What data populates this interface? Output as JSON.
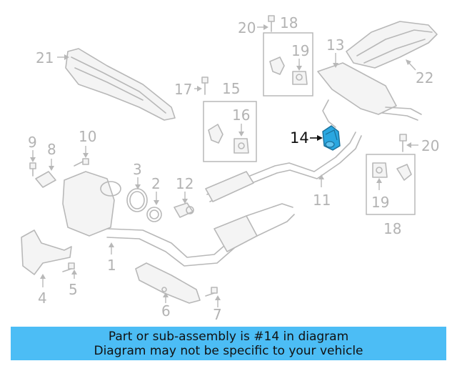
{
  "callouts": {
    "c1": "1",
    "c2": "2",
    "c3": "3",
    "c4": "4",
    "c5": "5",
    "c6": "6",
    "c7": "7",
    "c8": "8",
    "c9": "9",
    "c10": "10",
    "c11": "11",
    "c12": "12",
    "c13": "13",
    "c14": "14",
    "c15": "15",
    "c16": "16",
    "c17": "17",
    "c18_top": "18",
    "c18_bottom": "18",
    "c19_top": "19",
    "c19_bottom": "19",
    "c20_top": "20",
    "c20_right": "20",
    "c21": "21",
    "c22": "22"
  },
  "highlighted_part": "14",
  "colors": {
    "highlight": "#2aa7e0",
    "banner": "#4cbdf5",
    "parts": "#b8b8b8"
  },
  "banner": {
    "line1": "Part or sub-assembly is #14 in diagram",
    "line2": "Diagram may not be specific to your vehicle"
  }
}
